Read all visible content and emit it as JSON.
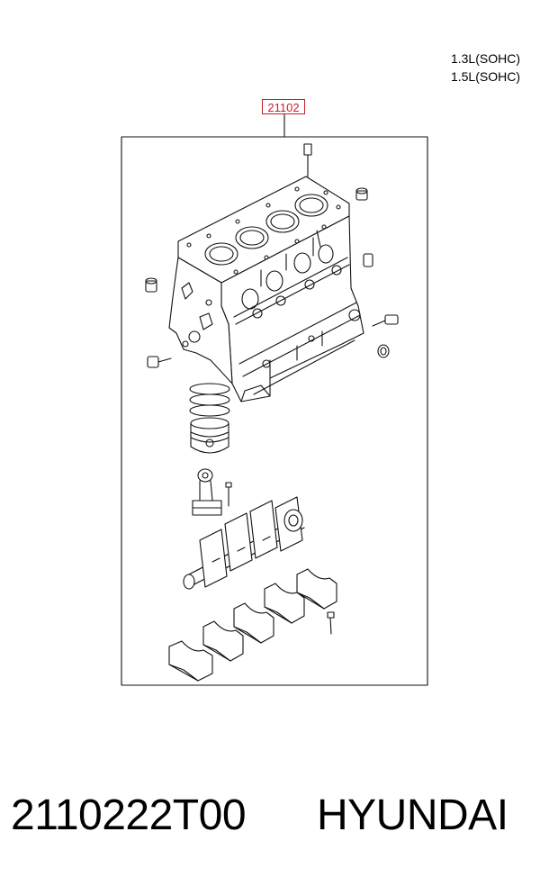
{
  "specs": [
    "1.3L(SOHC)",
    "1.5L(SOHC)"
  ],
  "callout": {
    "label": "21102"
  },
  "caption": {
    "part_number": "2110222T00",
    "brand": "HYUNDAI"
  },
  "diagram_parts": [
    "engine-block",
    "dowel-pin",
    "plug",
    "piston-with-rings",
    "connecting-rod",
    "rod-bolt",
    "crankshaft",
    "main-bearing-cap",
    "cap-bolt"
  ]
}
